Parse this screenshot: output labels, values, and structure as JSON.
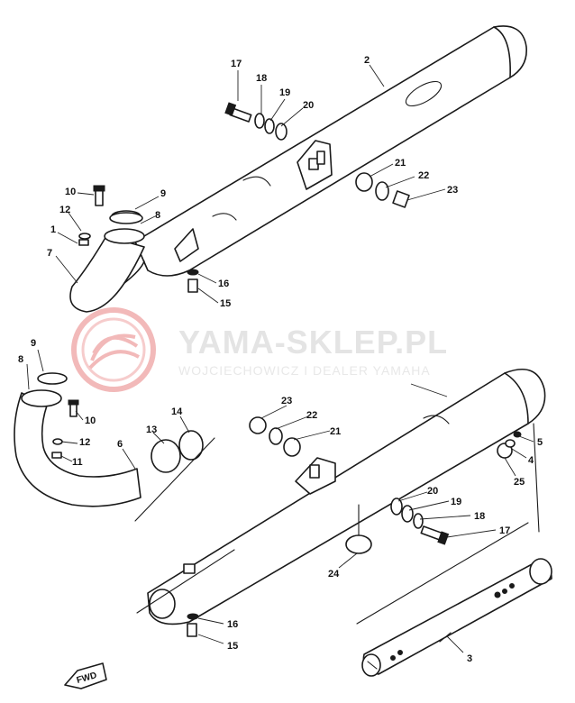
{
  "watermark": {
    "title": "YAMA-SKLEP.PL",
    "subtitle": "WOJCIECHOWICZ I DEALER YAMAHA",
    "logo_icon": "yamaha-tuning-fork-logo-icon",
    "color": "#e0e0e0",
    "logo_color": "#f2b9b9"
  },
  "direction_marker": {
    "label": "FWD"
  },
  "callouts": {
    "c1": "1",
    "c2": "2",
    "c3": "3",
    "c4": "4",
    "c5": "5",
    "c6": "6",
    "c7": "7",
    "c8a": "8",
    "c8b": "8",
    "c9a": "9",
    "c9b": "9",
    "c10a": "10",
    "c10b": "10",
    "c11": "11",
    "c12a": "12",
    "c12b": "12",
    "c13": "13",
    "c14": "14",
    "c15a": "15",
    "c15b": "15",
    "c16a": "16",
    "c16b": "16",
    "c17a": "17",
    "c17b": "17",
    "c18a": "18",
    "c18b": "18",
    "c19a": "19",
    "c19b": "19",
    "c20a": "20",
    "c20b": "20",
    "c21a": "21",
    "c21b": "21",
    "c22a": "22",
    "c22b": "22",
    "c23a": "23",
    "c23b": "23",
    "c24": "24",
    "c25": "25"
  }
}
